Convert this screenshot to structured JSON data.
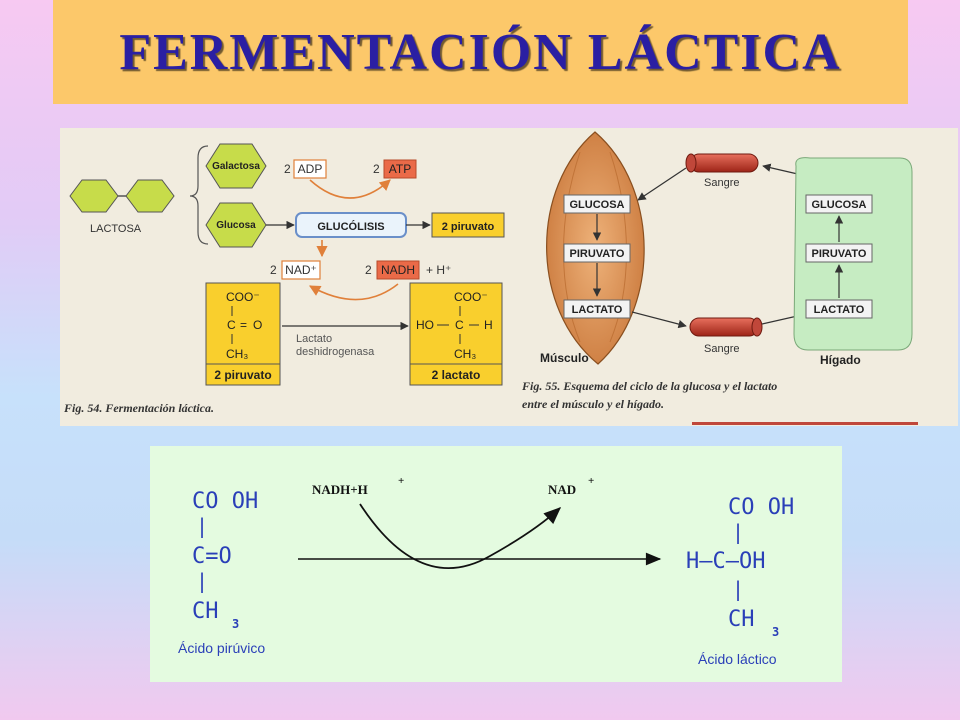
{
  "title": "FERMENTACIÓN LÁCTICA",
  "fig54": {
    "lactosa": "LACTOSA",
    "galactosa": "Galactosa",
    "glucosa": "Glucosa",
    "glucolisis": "GLUCÓLISIS",
    "piruvato_out": "2 piruvato",
    "adp_coef": "2",
    "adp": "ADP",
    "atp_coef": "2",
    "atp": "ATP",
    "nad_coef": "2",
    "nad": "NAD⁺",
    "nadh_coef": "2",
    "nadh": "NADH",
    "plus_h": "+ H⁺",
    "pyr_coo": "COO⁻",
    "pyr_c": "C",
    "pyr_eq": "=",
    "pyr_o": "O",
    "pyr_ch3": "CH₃",
    "pyr_label": "2 piruvato",
    "enzyme_line1": "Lactato",
    "enzyme_line2": "deshidrogenasa",
    "lac_coo": "COO⁻",
    "lac_ho": "HO",
    "lac_c": "C",
    "lac_h": "H",
    "lac_ch3": "CH₃",
    "lac_label": "2 lactato",
    "caption": "Fig. 54. Fermentación láctica."
  },
  "fig55": {
    "musculo_glucosa": "GLUCOSA",
    "musculo_piruvato": "PIRUVATO",
    "musculo_lactato": "LACTATO",
    "musculo": "Músculo",
    "sangre_top": "Sangre",
    "sangre_bottom": "Sangre",
    "higado_glucosa": "GLUCOSA",
    "higado_piruvato": "PIRUVATO",
    "higado_lactato": "LACTATO",
    "higado": "Hígado",
    "caption_line1": "Fig. 55. Esquema del ciclo de la glucosa y el lactato",
    "caption_line2": "entre el músculo y el hígado."
  },
  "reaction": {
    "pyr_cooh": "CO OH",
    "pyr_bond1": "|",
    "pyr_co": "C=O",
    "pyr_bond2": "|",
    "pyr_ch": "CH",
    "pyr_sub3": "3",
    "pyr_name": "Ácido pirúvico",
    "nadh": "NADH+H",
    "nadh_sup": "+",
    "nad": "NAD",
    "nad_sup": "+",
    "lac_cooh": "CO OH",
    "lac_bond1": "|",
    "lac_center": "H–C–OH",
    "lac_bond2": "|",
    "lac_ch": "CH",
    "lac_sub3": "3",
    "lac_name": "Ácido láctico"
  },
  "colors": {
    "title_bg": "#fcc86a",
    "title_text": "#2a1fa3",
    "yellow_box": "#f9cf2d",
    "atp_red": "#ea6a48",
    "chem_blue": "#2a3fb8",
    "muscle": "#d98f4b",
    "liver": "#c6ecc2"
  }
}
